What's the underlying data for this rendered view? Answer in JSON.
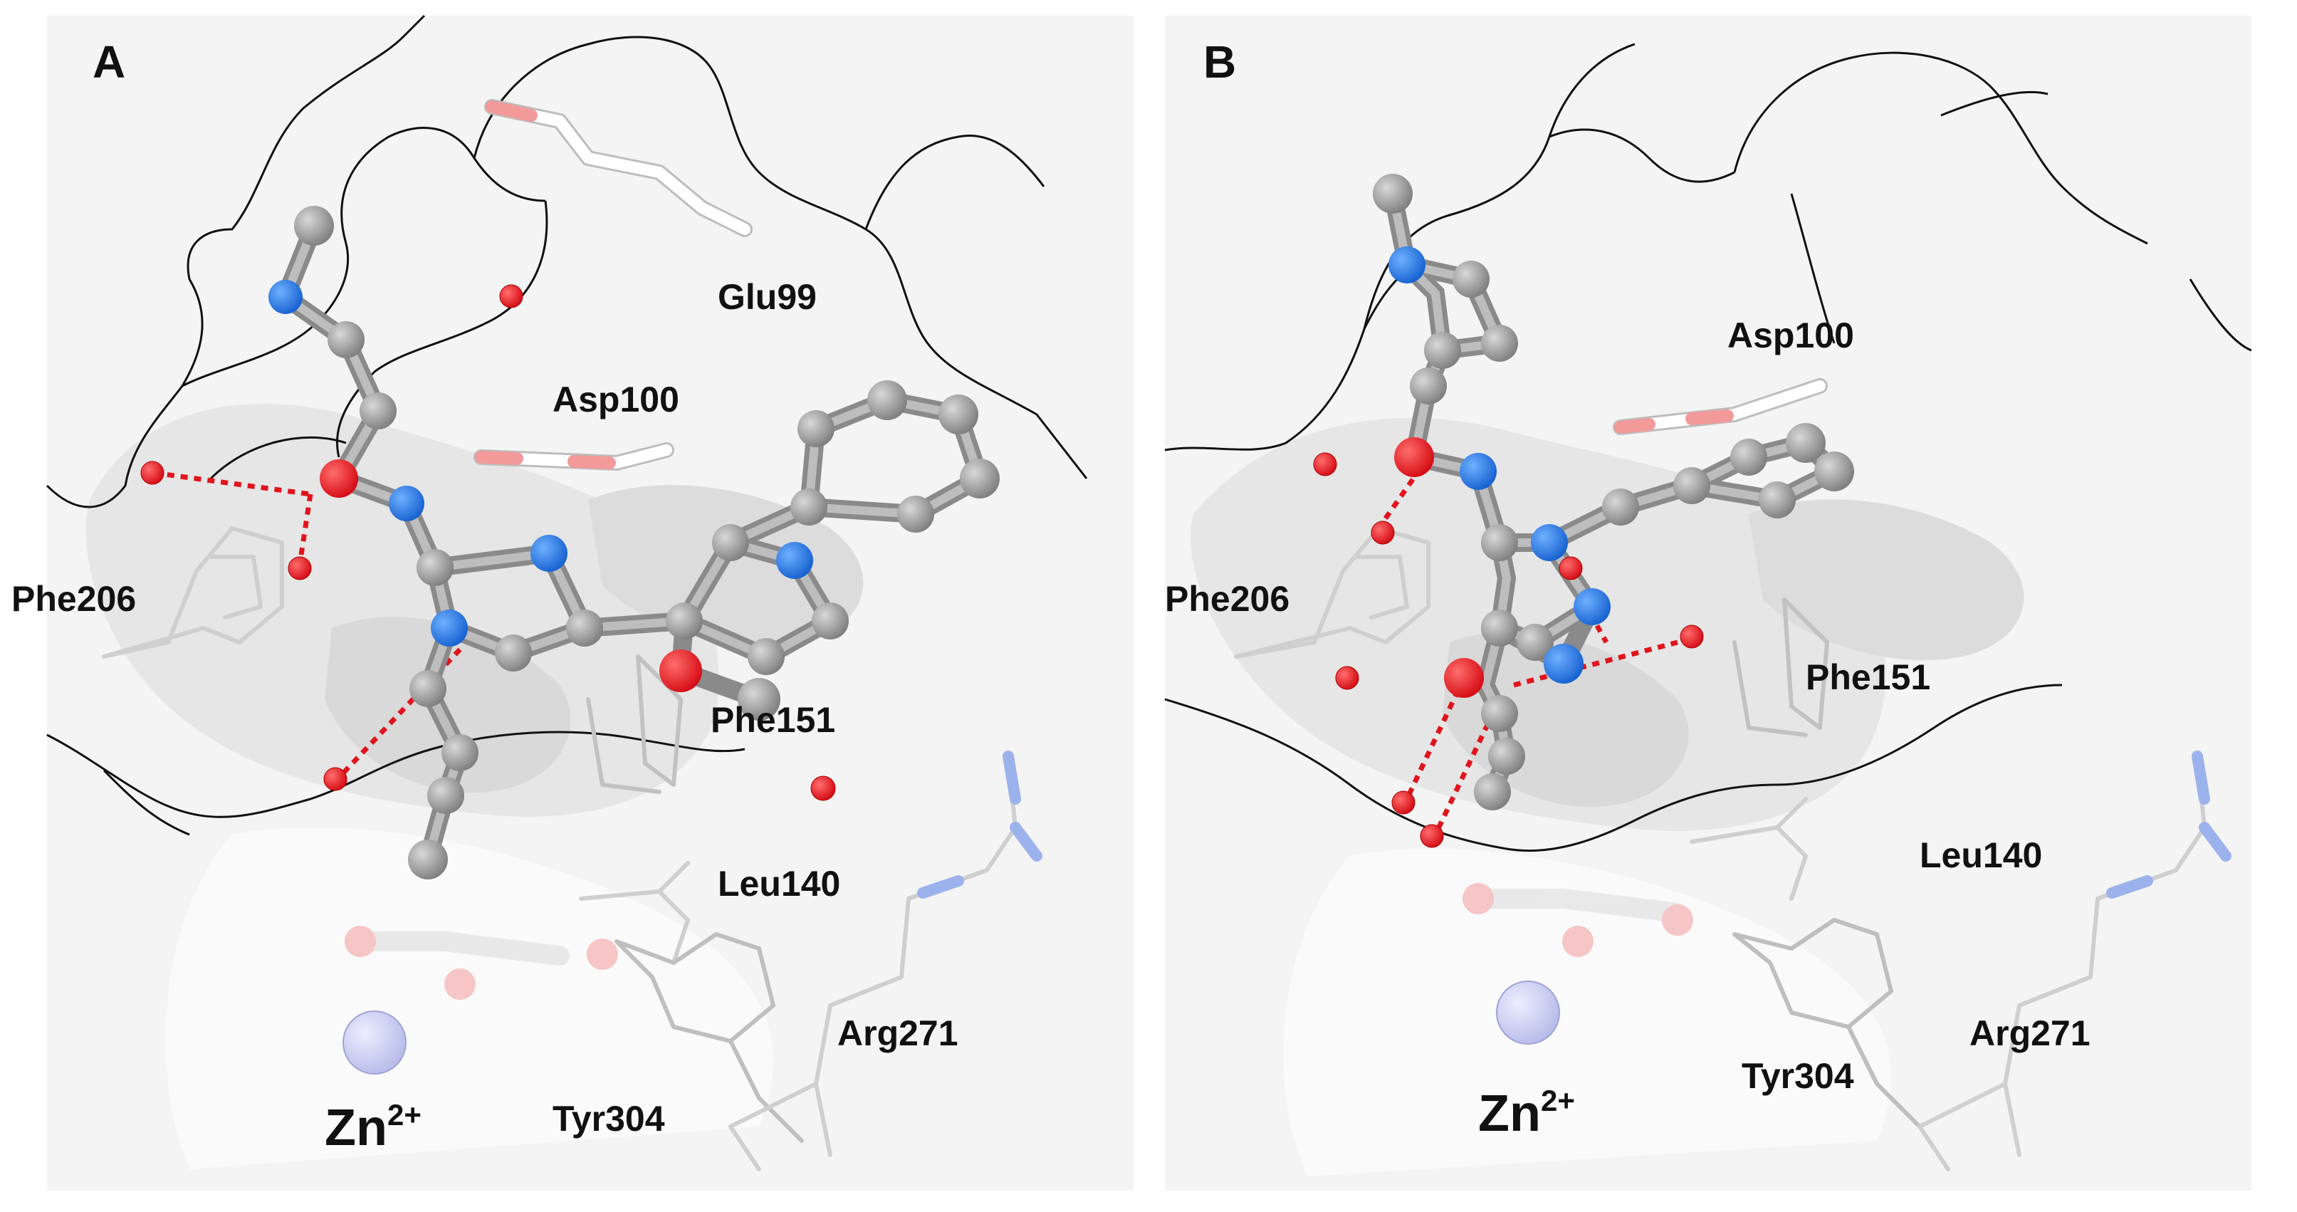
{
  "colors": {
    "carbon": "#8f8f8f",
    "nitrogen": "#1d6fe0",
    "oxygen": "#e8141c",
    "water": "#e8141c",
    "hbond": "#e0141c",
    "zinc": "#c9ccf0",
    "surface": "#f3f3f3",
    "residue_stick": "#ffffff"
  },
  "panels": [
    {
      "letter": "A",
      "labels": {
        "glu99": "Glu99",
        "asp100": "Asp100",
        "phe206": "Phe206",
        "phe151": "Phe151",
        "leu140": "Leu140",
        "arg271": "Arg271",
        "tyr304": "Tyr304",
        "zn": "Zn",
        "zn_charge": "2+"
      }
    },
    {
      "letter": "B",
      "labels": {
        "asp100": "Asp100",
        "phe206": "Phe206",
        "phe151": "Phe151",
        "leu140": "Leu140",
        "arg271": "Arg271",
        "tyr304": "Tyr304",
        "zn": "Zn",
        "zn_charge": "2+"
      }
    }
  ]
}
